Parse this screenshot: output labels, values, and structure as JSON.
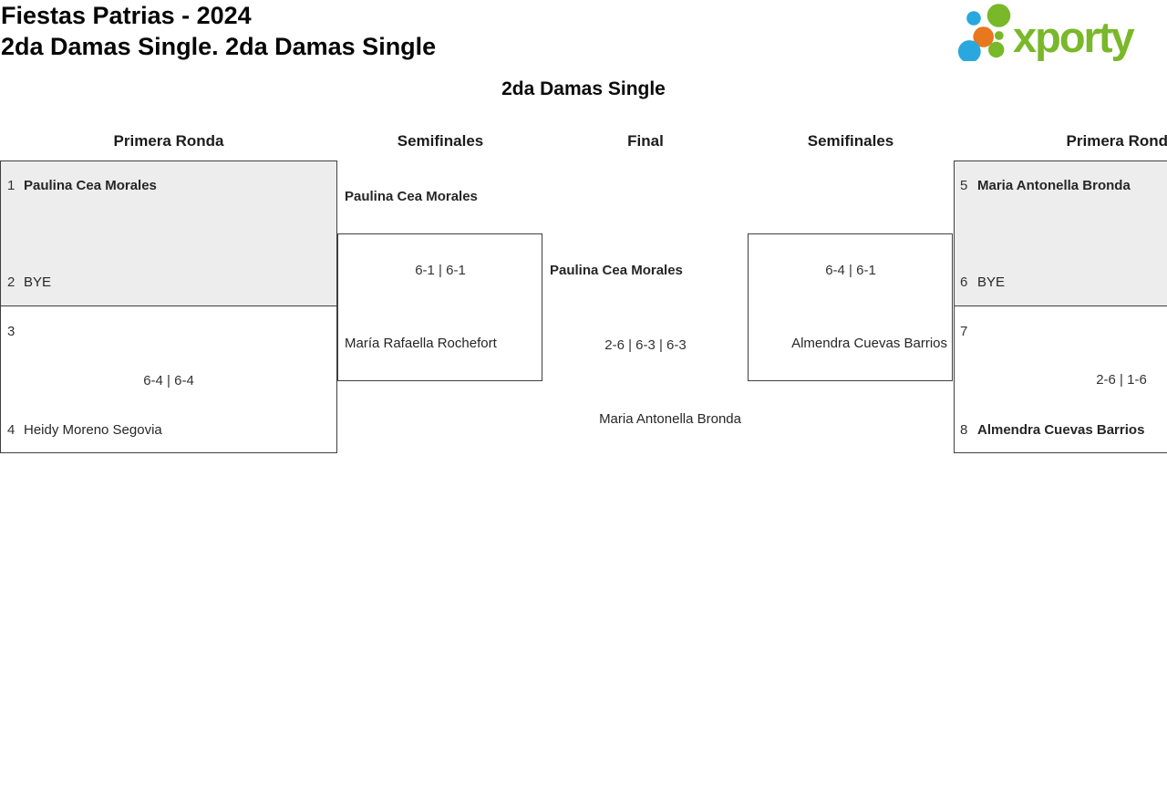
{
  "page": {
    "tournament_title": "Fiestas Patrias - 2024",
    "category_subtitle": "2da Damas Single. 2da Damas Single",
    "bracket_title": "2da Damas Single"
  },
  "logo": {
    "wordmark": "xporty",
    "colors": {
      "green": "#79b829",
      "blue": "#29a8e0",
      "orange": "#e8781d"
    }
  },
  "columns": {
    "col1": "Primera Ronda",
    "col2": "Semifinales",
    "col3": "Final",
    "col4": "Semifinales",
    "col5": "Primera Ronda"
  },
  "theme": {
    "bye_box_fill": "#ededed",
    "border_color": "#3f3f3f"
  },
  "matches": {
    "l_r1_m1": {
      "seed_top": "1",
      "name_top": "Paulina Cea Morales",
      "seed_bottom": "2",
      "name_bottom": "BYE"
    },
    "l_r1_m2": {
      "seed_top": "3",
      "name_top": "",
      "seed_bottom": "4",
      "name_bottom": "Heidy Moreno Segovia",
      "score": "6-4 | 6-4"
    },
    "l_sf": {
      "name_top": "Paulina Cea Morales",
      "name_bottom": "María Rafaella Rochefort",
      "score": "6-1 | 6-1"
    },
    "final": {
      "name_top": "Paulina Cea Morales",
      "name_bottom": "Maria Antonella Bronda",
      "score": "2-6 | 6-3 | 6-3"
    },
    "r_sf": {
      "name_bottom": "Almendra Cuevas Barrios",
      "score": "6-4 | 6-1"
    },
    "r_r1_m1": {
      "seed_top": "5",
      "name_top": "Maria Antonella Bronda",
      "seed_bottom": "6",
      "name_bottom": "BYE"
    },
    "r_r1_m2": {
      "seed_top": "7",
      "name_top": "",
      "seed_bottom": "8",
      "name_bottom": "Almendra Cuevas Barrios",
      "score": "2-6 | 1-6"
    }
  }
}
